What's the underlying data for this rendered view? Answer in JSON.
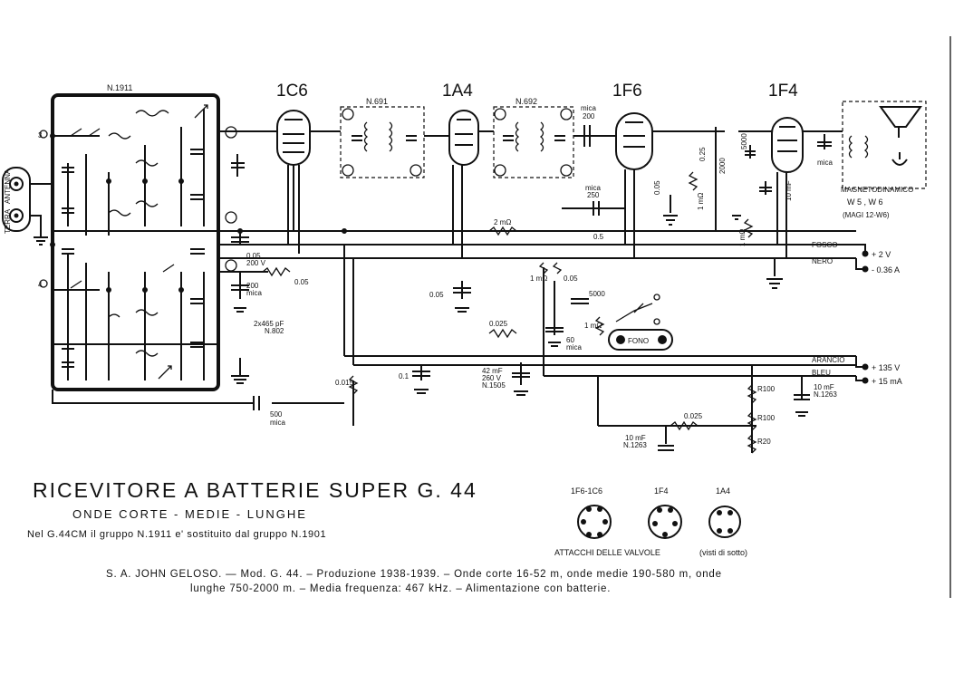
{
  "title": "RICEVITORE A BATTERIE SUPER G. 44",
  "subtitle": "ONDE CORTE - MEDIE - LUNGHE",
  "note": "Nel G.44CM il gruppo N.1911 e' sostituito dal gruppo N.1901",
  "credit_line1": "S. A. JOHN GELOSO. — Mod. G. 44. – Produzione 1938-1939. – Onde corte 16-52 m, onde medie 190-580 m, onde",
  "credit_line2": "lunghe 750-2000 m. – Media frequenza: 467 kHz. – Alimentazione con batterie.",
  "group_label": "N.1911",
  "tubes": [
    "1C6",
    "1A4",
    "1F6",
    "1F4"
  ],
  "if_transformers": [
    "N.691",
    "N.692"
  ],
  "antenna_labels": [
    "ANTENNA",
    "TERRA"
  ],
  "speaker": {
    "line1": "MAGNETODINAMICO",
    "line2": "W 5 , W 6",
    "line3": "(MAGI 12-W6)"
  },
  "supply": [
    {
      "wire": "FOSCO",
      "value": "+ 2 V"
    },
    {
      "wire": "NERO",
      "value": "- 0.36 A"
    },
    {
      "wire": "ARANCIO",
      "value": "+ 135 V"
    },
    {
      "wire": "BLEU",
      "value": "+ 15 mA"
    }
  ],
  "switch_label": "FONO",
  "component_values": [
    "0.05",
    "200 mica",
    "2x465 pF N.802",
    "0.05",
    "2 mΩ",
    "0.5",
    "0.025",
    "1 mΩ",
    "0.05",
    "5000",
    "60 mica",
    "0.05",
    "1 mΩ",
    "0.25",
    "2000",
    "5000",
    "10 mF",
    "0.015",
    "500 mica",
    "0.1",
    "0.05",
    "42 mF 260 V N.1505",
    "mica 250",
    "mica 200",
    "0.05",
    "10 mF N.1263",
    "0.025",
    "R100",
    "R20",
    "R100"
  ],
  "sockets": {
    "labels": [
      "1F6-1C6",
      "1F4",
      "1A4"
    ],
    "caption_left": "ATTACCHI DELLE VALVOLE",
    "caption_right": "(visti di sotto)"
  }
}
